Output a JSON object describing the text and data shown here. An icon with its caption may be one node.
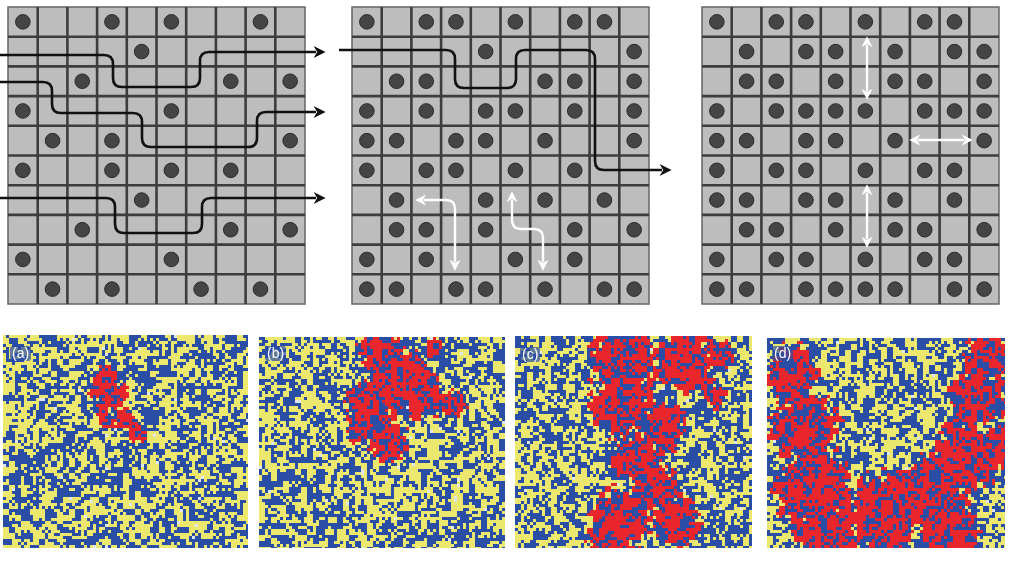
{
  "diagram": {
    "labels": [
      "(a)",
      "(b)",
      "(c)",
      "(d)"
    ]
  }
}
